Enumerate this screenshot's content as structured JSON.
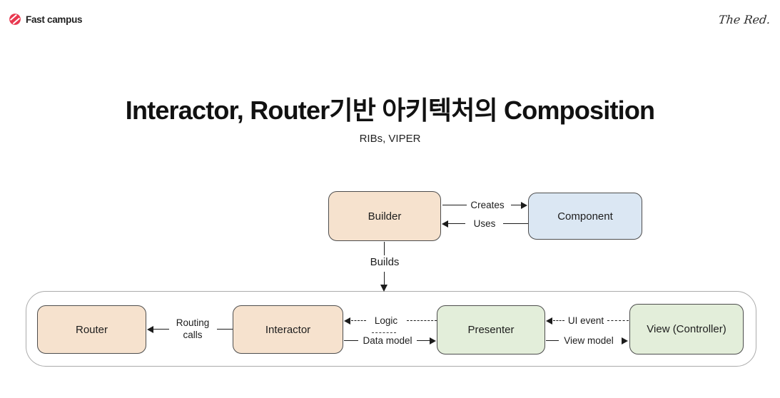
{
  "header": {
    "brand": "Fast campus",
    "watermark": "The Red."
  },
  "slide": {
    "title": "Interactor, Router기반 아키텍처의 Composition",
    "subtitle": "RIBs, VIPER"
  },
  "diagram": {
    "nodes": {
      "builder": "Builder",
      "component": "Component",
      "router": "Router",
      "interactor": "Interactor",
      "presenter": "Presenter",
      "view": "View (Controller)"
    },
    "edges": {
      "creates": "Creates",
      "uses": "Uses",
      "builds": "Builds",
      "routing_calls_line1": "Routing",
      "routing_calls_line2": "calls",
      "logic": "Logic",
      "data_model": "Data model",
      "ui_event": "UI event",
      "view_model": "View model"
    },
    "colors": {
      "node_peach": "#f6e2ce",
      "node_blue": "#dbe7f3",
      "node_green": "#e3eeda",
      "node_border": "#4d4d4d",
      "container_border": "#ababab",
      "arrow": "#1c1c1c",
      "brand_red": "#e8384f"
    }
  }
}
